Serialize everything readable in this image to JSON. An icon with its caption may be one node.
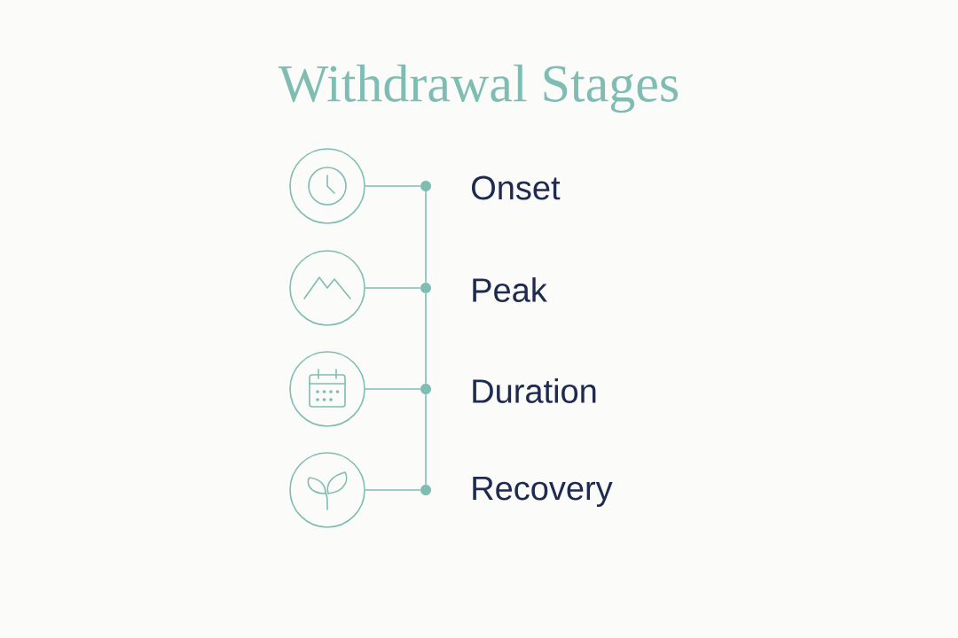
{
  "diagram": {
    "title": "Withdrawal Stages",
    "nodes": [
      {
        "text": [],
        "shape": "circle"
      },
      {
        "text": [],
        "shape": "circle",
        "beside": [
          "Onset"
        ]
      },
      {
        "text": [],
        "shape": "circle"
      },
      {
        "text": [],
        "shape": "circle",
        "beside": [
          "Peak"
        ]
      },
      {
        "text": [],
        "shape": "circle"
      },
      {
        "text": [],
        "shape": "circle",
        "beside": [
          "Duration"
        ]
      },
      {
        "text": [],
        "shape": "circle"
      },
      {
        "text": [],
        "shape": "circle",
        "beside": [
          "Recovery"
        ]
      }
    ],
    "edges": [
      {
        "from": 0,
        "to": 1,
        "arrow": "none"
      },
      {
        "from": 2,
        "to": 3,
        "arrow": "none"
      },
      {
        "from": 4,
        "to": 5,
        "arrow": "none"
      },
      {
        "from": 6,
        "to": 7,
        "arrow": "none"
      },
      {
        "from": 1,
        "to": 3,
        "arrow": "none"
      },
      {
        "from": 3,
        "to": 5,
        "arrow": "none"
      },
      {
        "from": 5,
        "to": 7,
        "arrow": "none"
      }
    ]
  }
}
